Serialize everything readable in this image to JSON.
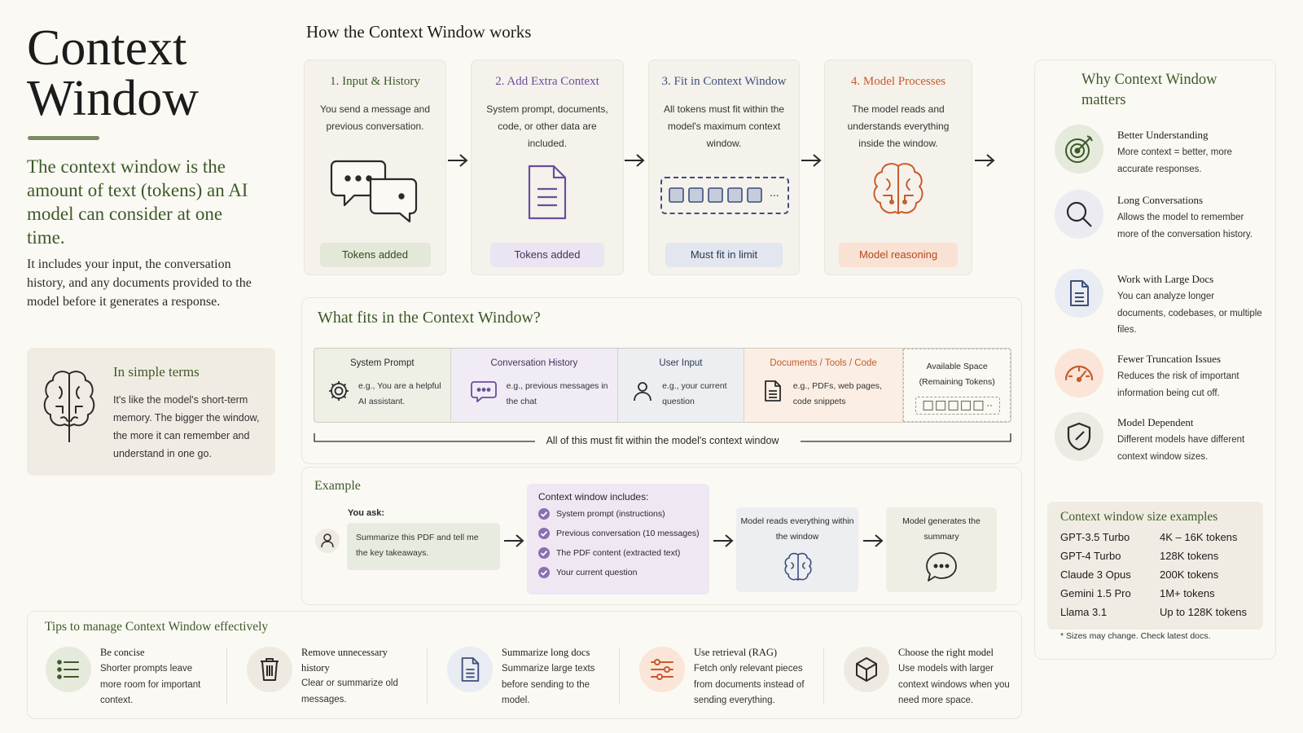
{
  "hero": {
    "title": "Context\nWindow",
    "subtitle": "The context window is the amount of text (tokens) an AI model can consider at one time.",
    "body": "It includes your input, the conversation history, and any documents provided to the model before it generates a response.",
    "simple_title": "In simple terms",
    "simple_text": "It's like the model's short-term memory. The bigger the window, the more it can remember and understand in one go."
  },
  "how": {
    "title": "How the Context Window works",
    "steps": [
      {
        "title": "1. Input & History",
        "text": "You send a message and previous conversation.",
        "pill": "Tokens added",
        "icon": "chat-bubbles-icon"
      },
      {
        "title": "2. Add Extra Context",
        "text": "System prompt, documents, code, or other data are included.",
        "pill": "Tokens added",
        "icon": "document-icon"
      },
      {
        "title": "3. Fit in Context Window",
        "text": "All tokens must fit within the model's maximum context window.",
        "pill": "Must fit in limit",
        "icon": "token-slots-icon",
        "ellipsis": "..."
      },
      {
        "title": "4. Model Processes",
        "text": "The model reads and understands everything inside the window.",
        "pill": "Model reasoning",
        "icon": "brain-icon"
      }
    ]
  },
  "fits": {
    "title": "What fits in the Context Window?",
    "segments": [
      {
        "title": "System Prompt",
        "desc": "e.g., You are a helpful AI assistant.",
        "icon": "gear-icon"
      },
      {
        "title": "Conversation History",
        "desc": "e.g., previous messages in the chat",
        "icon": "chat-icon"
      },
      {
        "title": "User Input",
        "desc": "e.g., your current question",
        "icon": "user-icon"
      },
      {
        "title": "Documents / Tools / Code",
        "desc": "e.g., PDFs, web pages, code snippets",
        "icon": "document-icon"
      },
      {
        "title": "Available Space (Remaining Tokens)",
        "icon": "token-slots-icon"
      }
    ],
    "caption": "All of this must fit within the model's context window"
  },
  "example": {
    "title": "Example",
    "you_ask": "You ask:",
    "query": "Summarize this PDF and tell me the key takeaways.",
    "includes_title": "Context window includes:",
    "includes": [
      "System prompt (instructions)",
      "Previous conversation (10 messages)",
      "The PDF content (extracted text)",
      "Your current question"
    ],
    "reads": "Model reads everything within the window",
    "generates": "Model generates the summary"
  },
  "why": {
    "title": "Why Context Window matters",
    "items": [
      {
        "title": "Better Understanding",
        "text": "More context = better, more accurate responses.",
        "icon": "target-icon"
      },
      {
        "title": "Long Conversations",
        "text": "Allows the model to remember more of the conversation history.",
        "icon": "search-icon"
      },
      {
        "title": "Work with Large Docs",
        "text": "You can analyze longer documents, codebases, or multiple files.",
        "icon": "document-icon"
      },
      {
        "title": "Fewer Truncation Issues",
        "text": "Reduces the risk of important information being cut off.",
        "icon": "gauge-icon"
      },
      {
        "title": "Model Dependent",
        "text": "Different models have different context window sizes.",
        "icon": "shield-icon"
      }
    ]
  },
  "sizes": {
    "title": "Context window size examples",
    "rows": [
      {
        "model": "GPT-3.5 Turbo",
        "size": "4K – 16K tokens"
      },
      {
        "model": "GPT-4 Turbo",
        "size": "128K tokens"
      },
      {
        "model": "Claude 3 Opus",
        "size": "200K tokens"
      },
      {
        "model": "Gemini 1.5 Pro",
        "size": "1M+ tokens"
      },
      {
        "model": "Llama 3.1",
        "size": "Up to 128K tokens"
      }
    ],
    "note": "* Sizes may change. Check latest docs."
  },
  "tips": {
    "title": "Tips to manage Context Window effectively",
    "items": [
      {
        "title": "Be concise",
        "text": "Shorter prompts leave more room for important context.",
        "icon": "list-icon"
      },
      {
        "title": "Remove unnecessary history",
        "text": "Clear or summarize old messages.",
        "icon": "trash-icon"
      },
      {
        "title": "Summarize long docs",
        "text": "Summarize large texts before sending to the model.",
        "icon": "document-icon"
      },
      {
        "title": "Use retrieval (RAG)",
        "text": "Fetch only relevant pieces from documents instead of sending everything.",
        "icon": "sliders-icon"
      },
      {
        "title": "Choose the right model",
        "text": "Use models with larger context windows when you need more space.",
        "icon": "cube-icon"
      }
    ]
  },
  "colors": {
    "green": "#3c5a27",
    "purple": "#6b4e9b",
    "blue": "#3d4f7a",
    "orange": "#c95a2a"
  }
}
